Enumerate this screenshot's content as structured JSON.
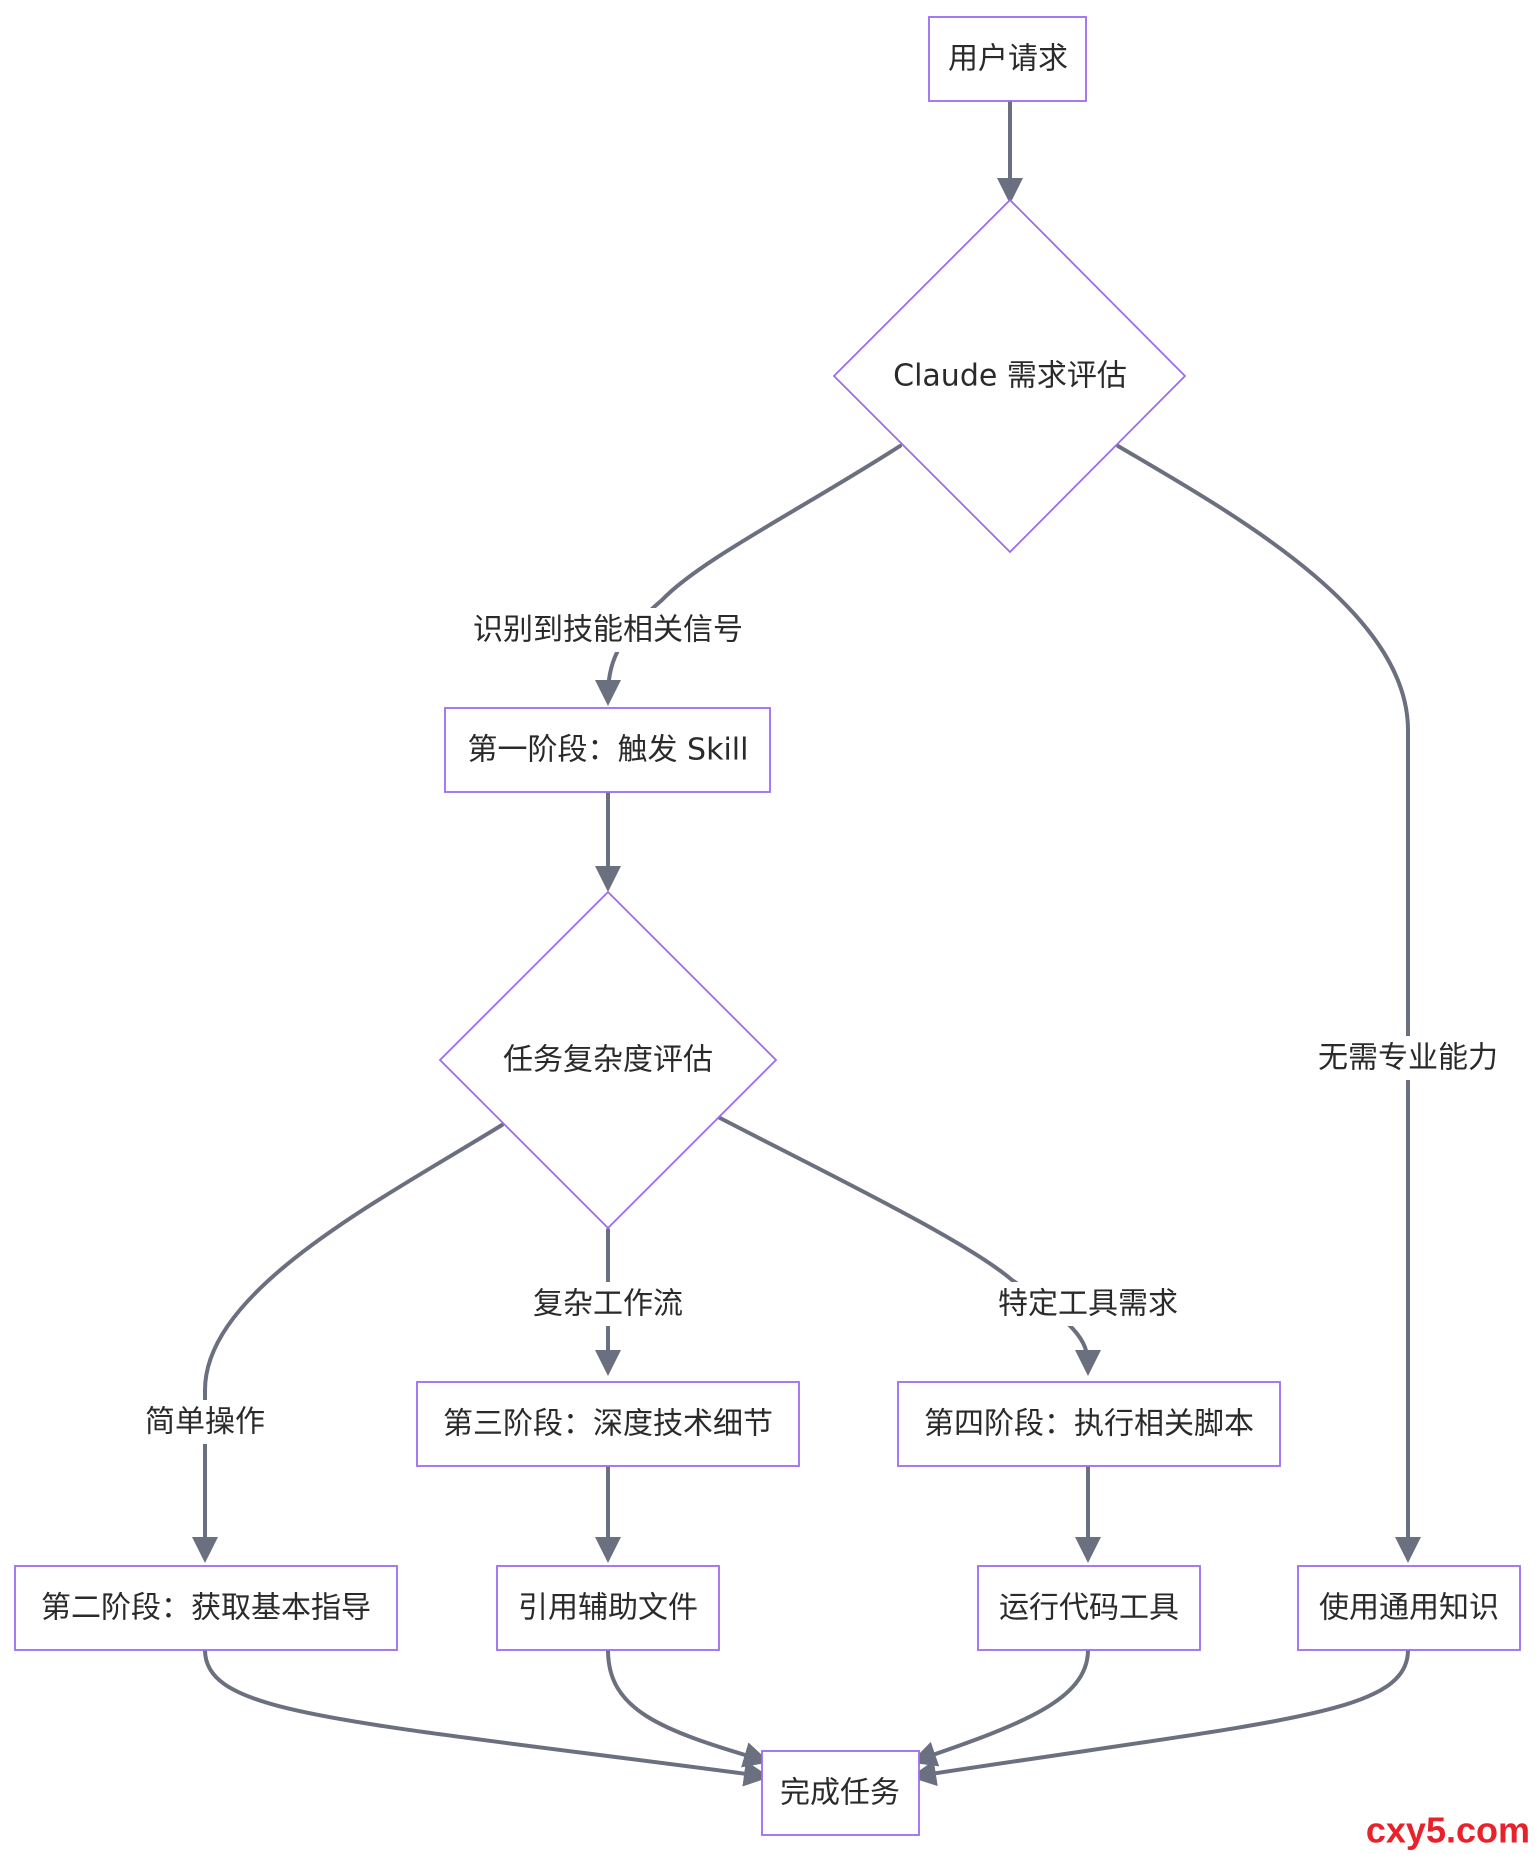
{
  "nodes": {
    "user_request": "用户请求",
    "claude_eval": "Claude 需求评估",
    "stage1": "第一阶段：触发 Skill",
    "complexity_eval": "任务复杂度评估",
    "stage2": "第二阶段：获取基本指导",
    "stage3": "第三阶段：深度技术细节",
    "stage4": "第四阶段：执行相关脚本",
    "ref_files": "引用辅助文件",
    "run_tools": "运行代码工具",
    "general_knowledge": "使用通用知识",
    "done": "完成任务"
  },
  "edge_labels": {
    "skill_signal": "识别到技能相关信号",
    "no_expertise": "无需专业能力",
    "simple_op": "简单操作",
    "complex_flow": "复杂工作流",
    "tool_need": "特定工具需求"
  },
  "watermark": "cxy5.com",
  "colors": {
    "node_stroke": "#9b6cf0",
    "edge": "#6b7080",
    "text": "#2a2a2a",
    "watermark": "#e8222a"
  }
}
